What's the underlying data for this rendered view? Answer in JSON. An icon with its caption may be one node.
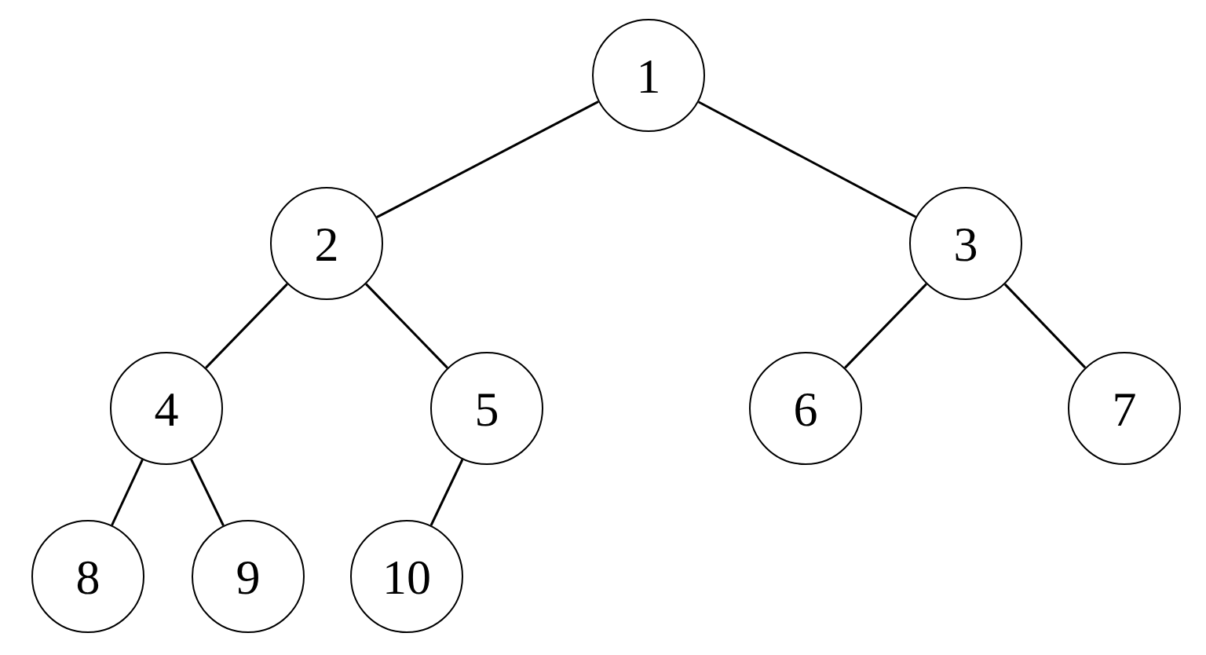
{
  "diagram": {
    "nodes": [
      {
        "text": [
          "1"
        ]
      },
      {
        "text": [
          "2"
        ]
      },
      {
        "text": [
          "3"
        ]
      },
      {
        "text": [
          "4"
        ]
      },
      {
        "text": [
          "5"
        ]
      },
      {
        "text": [
          "6"
        ]
      },
      {
        "text": [
          "7"
        ]
      },
      {
        "text": [
          "8"
        ]
      },
      {
        "text": [
          "9"
        ]
      },
      {
        "text": [
          "10"
        ]
      }
    ],
    "edges": [
      {
        "from": 0,
        "to": 1,
        "arrow": "none"
      },
      {
        "from": 0,
        "to": 2,
        "arrow": "none"
      },
      {
        "from": 1,
        "to": 3,
        "arrow": "none"
      },
      {
        "from": 1,
        "to": 4,
        "arrow": "none"
      },
      {
        "from": 2,
        "to": 5,
        "arrow": "none"
      },
      {
        "from": 2,
        "to": 6,
        "arrow": "none"
      },
      {
        "from": 3,
        "to": 7,
        "arrow": "none"
      },
      {
        "from": 3,
        "to": 8,
        "arrow": "none"
      },
      {
        "from": 4,
        "to": 9,
        "arrow": "none"
      }
    ]
  }
}
